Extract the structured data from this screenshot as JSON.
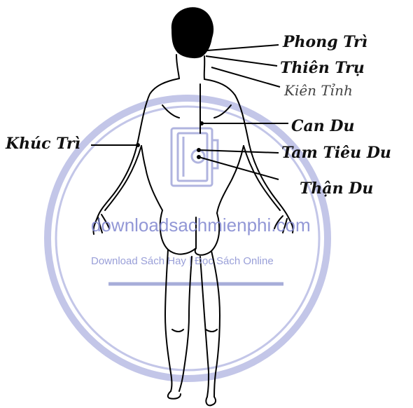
{
  "labels": {
    "phong_tri": "Phong Trì",
    "thien_tru": "Thiên Trụ",
    "kien_tinh": "Kiên Tỉnh",
    "can_du": "Can Du",
    "tam_tieu_du": "Tam Tiêu Du",
    "than_du": "Thận Du",
    "khuc_tri": "Khúc Trì"
  },
  "watermark": {
    "site": "downloadsachmienphi.com",
    "tagline": "Download Sách Hay | Đọc Sách Online",
    "color": "#b9bde4",
    "text_color": "#7f86cf"
  }
}
